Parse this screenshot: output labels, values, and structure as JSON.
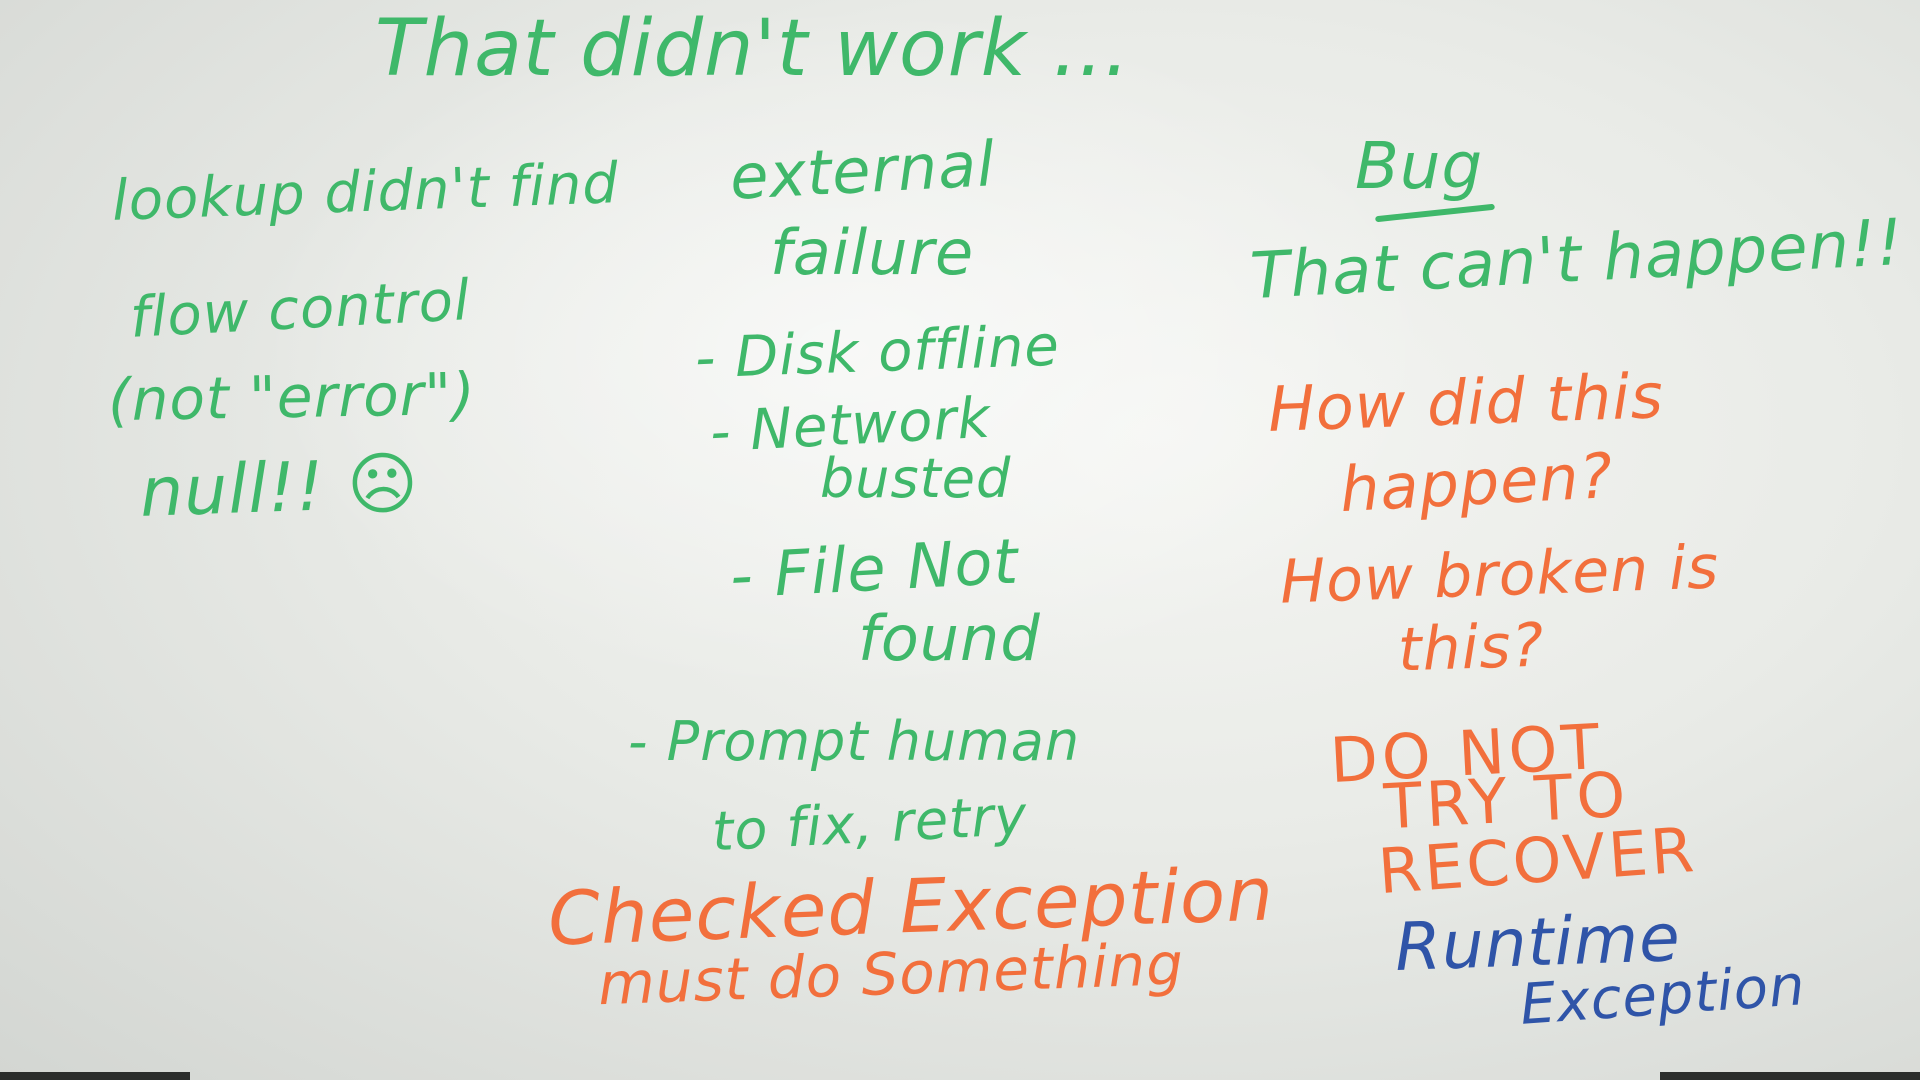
{
  "colors": {
    "green": "#3fb86a",
    "orange": "#f26f3c",
    "blue": "#2f54a8",
    "board": "#eceee9"
  },
  "title": "That didn't work ...",
  "left_column": {
    "line1": "lookup didn't find",
    "line2": "flow control",
    "line3": "(not \"error\")",
    "line4": "null!! ☹"
  },
  "middle_column": {
    "heading1": "external",
    "heading2": "failure",
    "item1": "- Disk offline",
    "item2_line1": "- Network",
    "item2_line2": "busted",
    "item3_line1": "- File Not",
    "item3_line2": "found",
    "item4_line1": "- Prompt human",
    "item4_line2": "to fix, retry",
    "checked_line1": "Checked Exception",
    "checked_line2": "must do Something"
  },
  "right_column": {
    "heading": "Bug",
    "line1": "That can't happen!!",
    "q1_line1": "How did this",
    "q1_line2": "happen?",
    "q2_line1": "How broken is",
    "q2_line2": "this?",
    "warn1": "DO NOT",
    "warn2": "TRY TO",
    "warn3": "RECOVER",
    "runtime1": "Runtime",
    "runtime2": "Exception"
  }
}
